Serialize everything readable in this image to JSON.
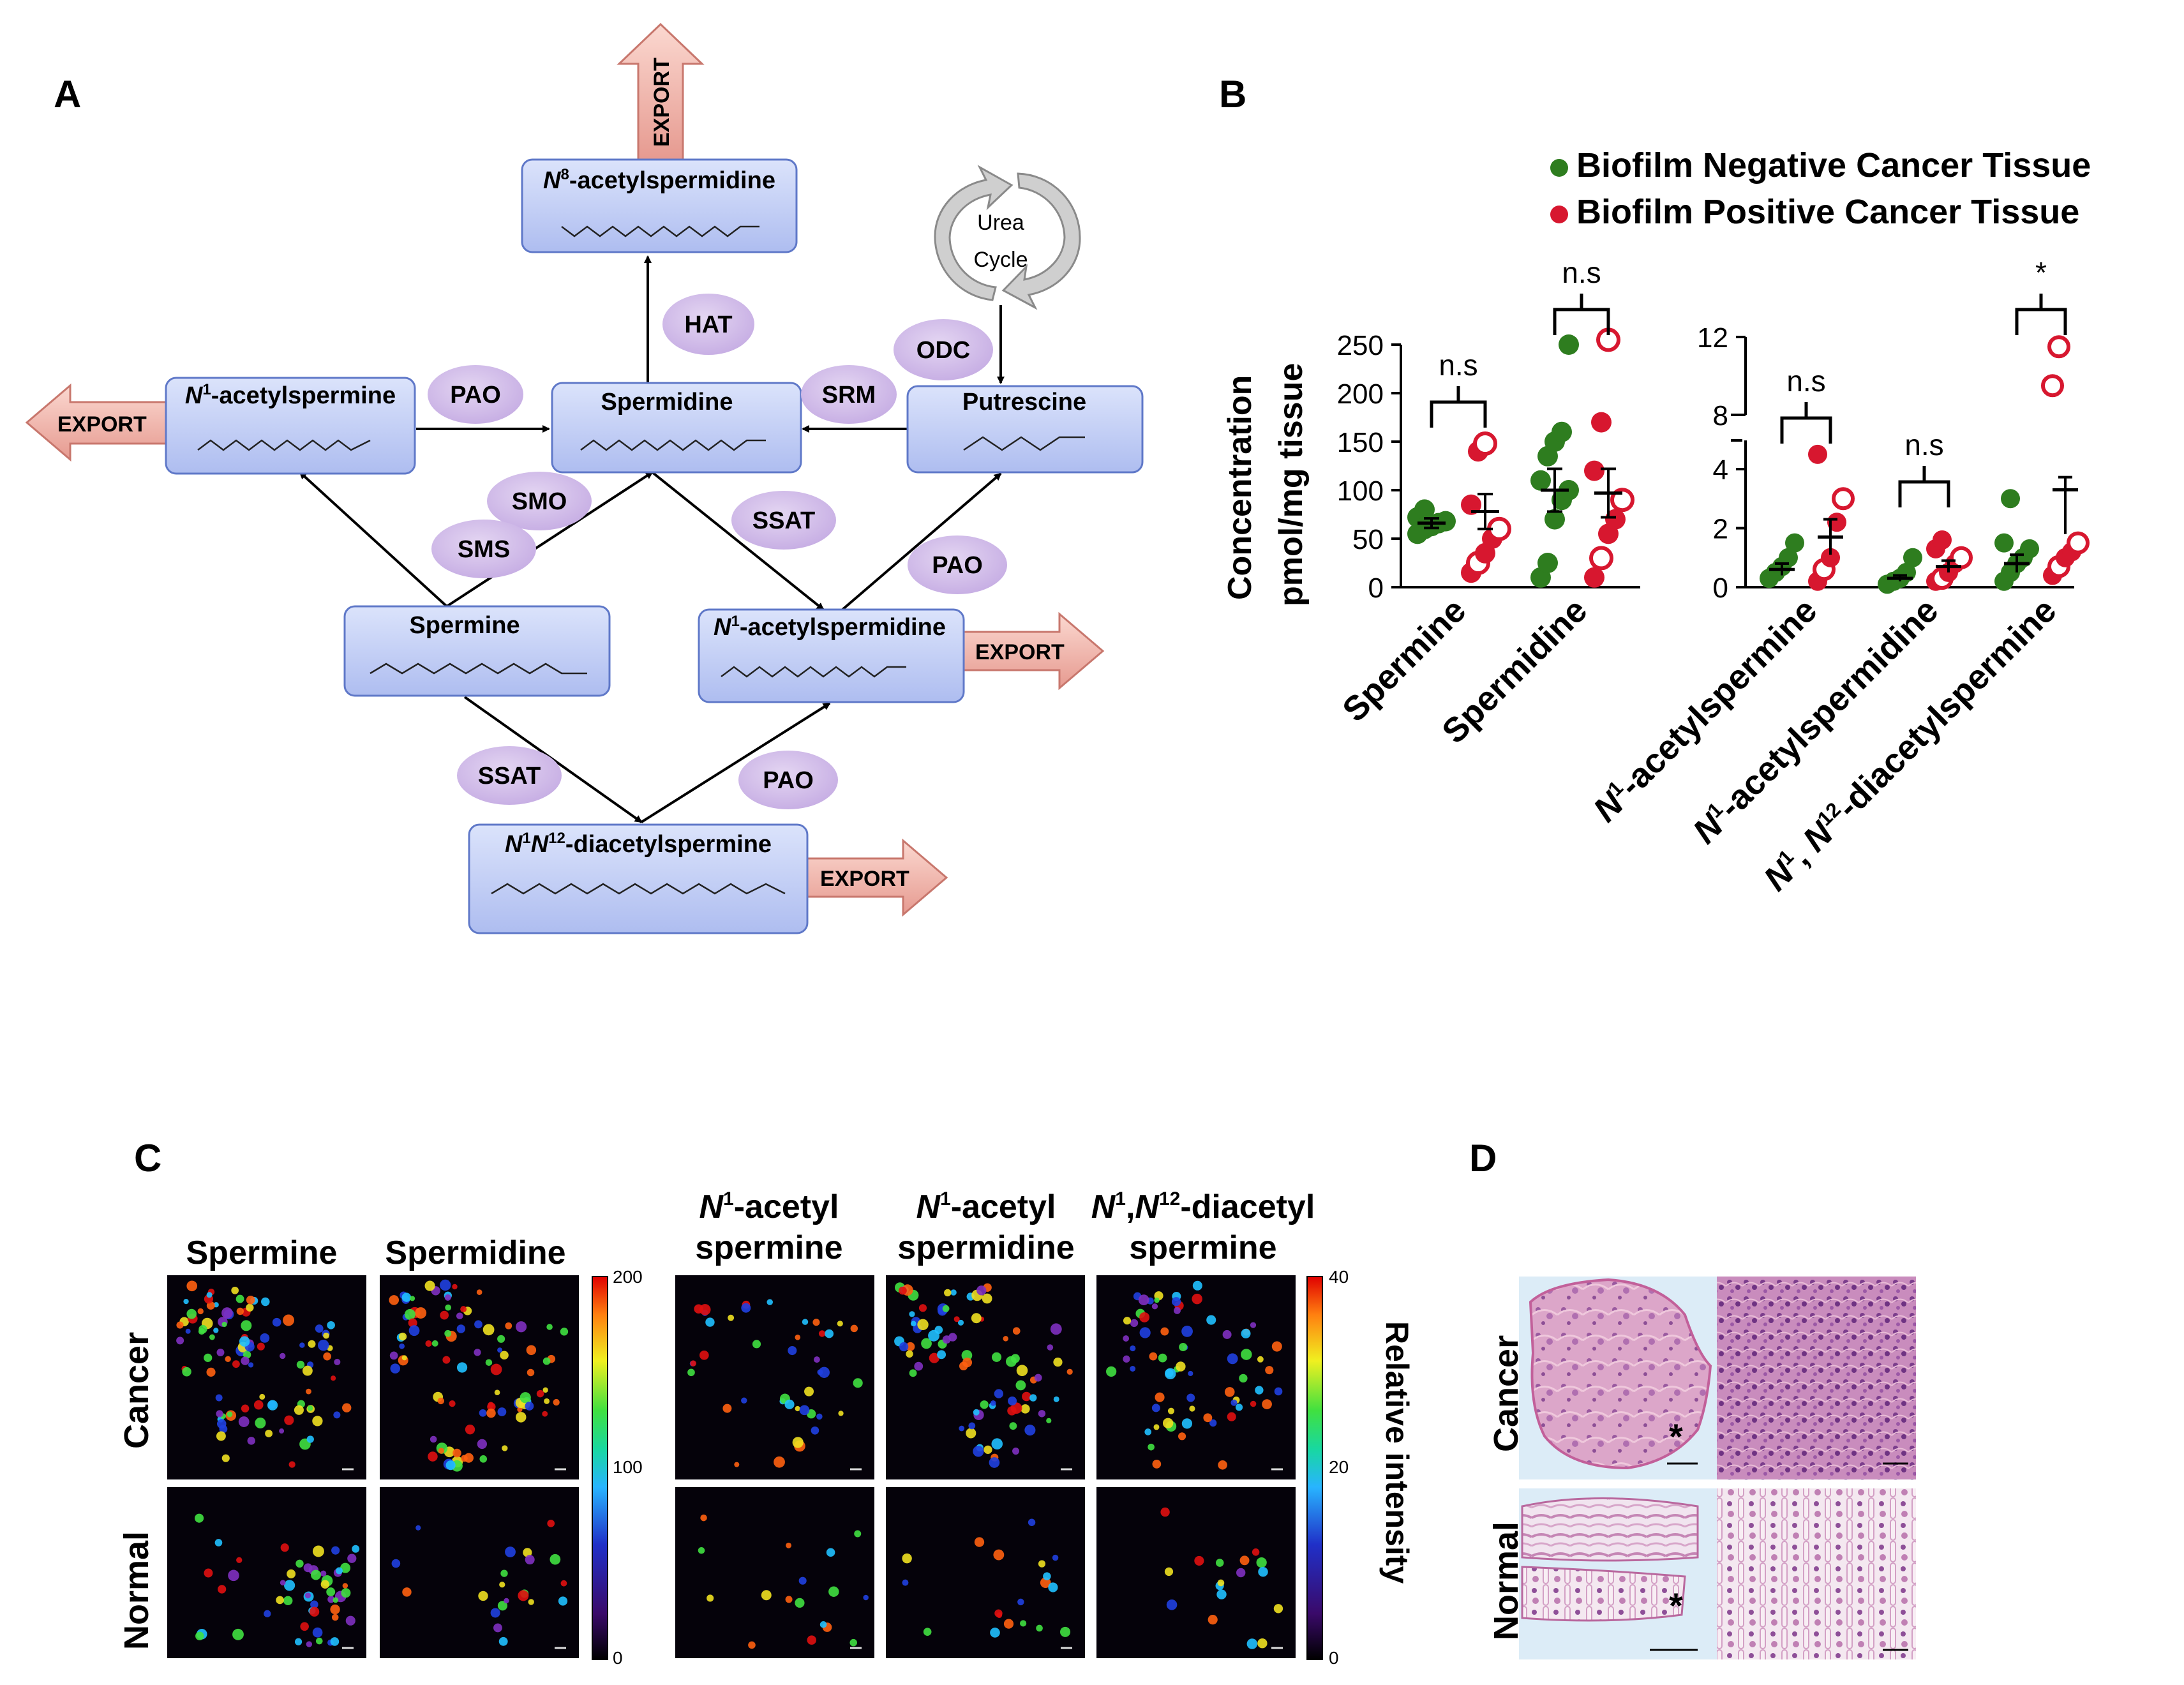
{
  "panels": {
    "a": "A",
    "b": "B",
    "c": "C",
    "d": "D"
  },
  "pathway": {
    "nodes": {
      "n8": {
        "name_italic": "N",
        "name_sup": "8",
        "name_rest": "-acetylspermidine"
      },
      "n1spm": {
        "name_italic": "N",
        "name_sup": "1",
        "name_rest": "-acetylspermine"
      },
      "spd": {
        "name": "Spermidine"
      },
      "put": {
        "name": "Putrescine"
      },
      "spm": {
        "name": "Spermine"
      },
      "n1spd": {
        "name_italic": "N",
        "name_sup": "1",
        "name_rest": "-acetylspermidine"
      },
      "diac": {
        "name_a": "N",
        "sup_a": "1",
        "name_b": "N",
        "sup_b": "12",
        "name_rest": "-diacetylspermine"
      }
    },
    "enzymes": {
      "hat": "HAT",
      "odc": "ODC",
      "pao_top": "PAO",
      "srm": "SRM",
      "smo": "SMO",
      "sms": "SMS",
      "ssat_mid": "SSAT",
      "pao_right": "PAO",
      "ssat_bottom": "SSAT",
      "pao_bottom": "PAO"
    },
    "export": "EXPORT",
    "urea_cycle": [
      "Urea",
      "Cycle"
    ]
  },
  "chart_data": {
    "type": "scatter",
    "legend": [
      "Biofilm Negative Cancer Tissue",
      "Biofilm Positive Cancer Tissue"
    ],
    "legend_position": "top-right",
    "colors": {
      "negative": "#2e7d1f",
      "positive": "#d7172f"
    },
    "ylabel": [
      "Concentration",
      "pmol/mg tissue"
    ],
    "left_plot": {
      "ylim": [
        0,
        250
      ],
      "yticks": [
        "0",
        "50",
        "100",
        "150",
        "200",
        "250"
      ],
      "categories": [
        "Spermine",
        "Spermidine"
      ],
      "significance": [
        "n.s",
        "n.s"
      ],
      "series": [
        {
          "name": "Biofilm Negative Cancer Tissue",
          "category": "Spermine",
          "values": [
            55,
            60,
            63,
            66,
            68,
            72,
            80
          ],
          "mean": 66,
          "sem": 5
        },
        {
          "name": "Biofilm Positive Cancer Tissue",
          "category": "Spermine",
          "values": [
            15,
            25,
            35,
            50,
            60,
            85,
            140,
            148
          ],
          "mean": 78,
          "sem": 18
        },
        {
          "name": "Biofilm Negative Cancer Tissue",
          "category": "Spermidine",
          "values": [
            10,
            25,
            70,
            90,
            100,
            110,
            135,
            150,
            160,
            250
          ],
          "mean": 100,
          "sem": 22
        },
        {
          "name": "Biofilm Positive Cancer Tissue",
          "category": "Spermidine",
          "values": [
            10,
            30,
            55,
            70,
            90,
            120,
            170,
            255
          ],
          "mean": 97,
          "sem": 25
        }
      ]
    },
    "right_plot": {
      "ylim": [
        0,
        12
      ],
      "yticks": [
        "0",
        "2",
        "4",
        "8",
        "12"
      ],
      "axis_break": true,
      "categories": [
        "acetylspermine",
        "acetylspermidine",
        "diacetylspermine"
      ],
      "significance": [
        "n.s",
        "n.s",
        "*"
      ],
      "series": [
        {
          "name": "Biofilm Negative Cancer Tissue",
          "category": "acetylspermine",
          "values": [
            0.3,
            0.5,
            0.7,
            1.0,
            1.5
          ],
          "mean": 0.6,
          "sem": 0.2
        },
        {
          "name": "Biofilm Positive Cancer Tissue",
          "category": "acetylspermine",
          "values": [
            0.2,
            0.6,
            1.0,
            2.2,
            3.0,
            4.5
          ],
          "mean": 1.7,
          "sem": 0.6
        },
        {
          "name": "Biofilm Negative Cancer Tissue",
          "category": "acetylspermidine",
          "values": [
            0.1,
            0.2,
            0.3,
            0.5,
            1.0
          ],
          "mean": 0.3,
          "sem": 0.1
        },
        {
          "name": "Biofilm Positive Cancer Tissue",
          "category": "acetylspermidine",
          "values": [
            0.2,
            0.3,
            0.5,
            0.8,
            1.0,
            1.3,
            1.6
          ],
          "mean": 0.7,
          "sem": 0.2
        },
        {
          "name": "Biofilm Negative Cancer Tissue",
          "category": "diacetylspermine",
          "values": [
            0.2,
            0.5,
            0.8,
            1.0,
            1.3,
            1.5,
            3.0
          ],
          "mean": 0.8,
          "sem": 0.3
        },
        {
          "name": "Biofilm Positive Cancer Tissue",
          "category": "diacetylspermine",
          "values": [
            0.4,
            0.7,
            1.0,
            1.2,
            1.5,
            9.5,
            11.5
          ],
          "mean": 3.3,
          "sem": 1.5
        }
      ]
    },
    "x_labels": [
      {
        "text": "Spermine"
      },
      {
        "text": "Spermidine"
      },
      {
        "italic": "N",
        "sup": "1",
        "rest": "-acetylspermine"
      },
      {
        "italic": "N",
        "sup": "1",
        "rest": "-acetylspermidine"
      },
      {
        "italic": "N",
        "sup": "1",
        "mid": ", ",
        "italic2": "N",
        "sup2": "12",
        "rest": "-diacetylspermine"
      }
    ]
  },
  "imaging": {
    "columns": [
      {
        "l1": "Spermine"
      },
      {
        "l1": "Spermidine"
      },
      {
        "italic": "N",
        "sup": "1",
        "l1": "-acetyl",
        "l2": "spermine"
      },
      {
        "italic": "N",
        "sup": "1",
        "l1": "-acetyl",
        "l2": "spermidine"
      },
      {
        "italic": "N",
        "sup": "1",
        "mid": ",",
        "italic2": "N",
        "sup2": "12",
        "l1": "-diacetyl",
        "l2": "spermine"
      }
    ],
    "rows": [
      "Cancer",
      "Normal"
    ],
    "scale_left": [
      "200",
      "100",
      "0"
    ],
    "scale_right": [
      "40",
      "20",
      "0"
    ],
    "intensity_label": "Relative intensity"
  },
  "histology": {
    "rows": [
      "Cancer",
      "Normal"
    ],
    "marker": "*"
  }
}
